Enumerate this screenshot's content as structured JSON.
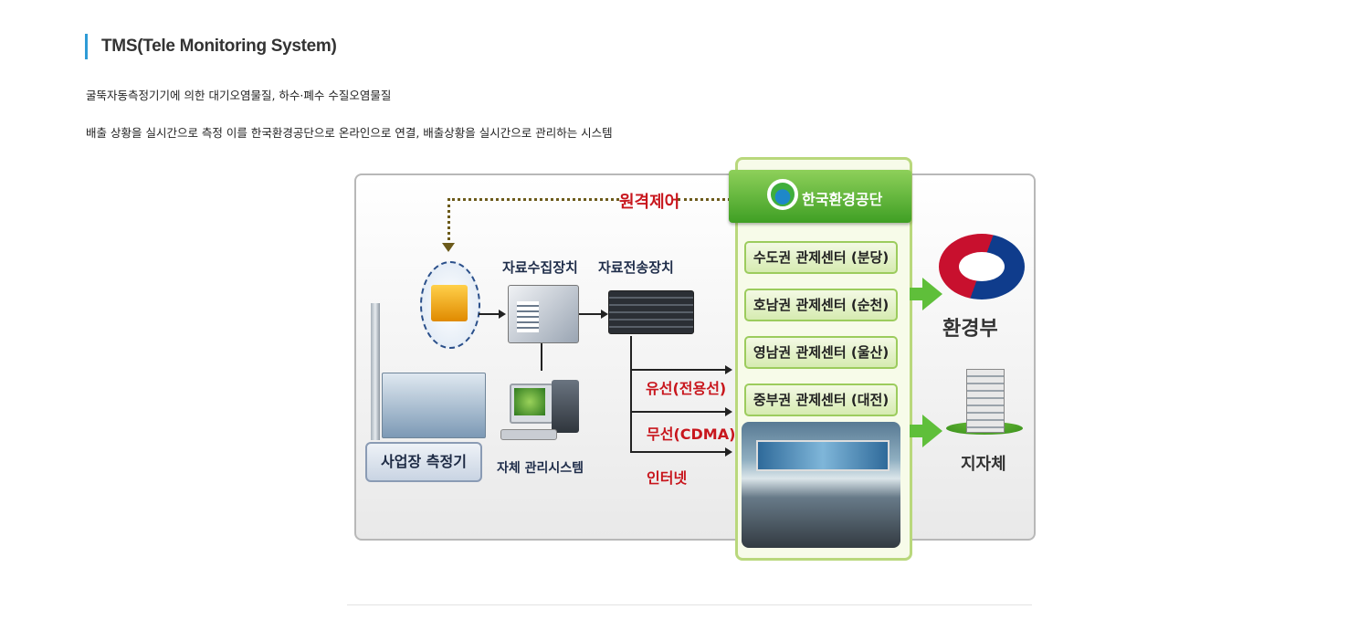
{
  "heading": "TMS(Tele Monitoring System)",
  "paragraphs": [
    "굴뚝자동측정기기에 의한 대기오염물질, 하수·폐수 수질오염물질",
    "배출 상황을 실시간으로 측정 이를 한국환경공단으로 온라인으로 연결, 배출상황을 실시간으로 관리하는 시스템"
  ],
  "diagram": {
    "remote_control": "원격제어",
    "org_name": "한국환경공단",
    "data_collector": "자료수집장치",
    "data_transmitter": "자료전송장치",
    "self_system": "자체 관리시스템",
    "site_meter": "사업장 측정기",
    "connections": [
      "유선(전용선)",
      "무선(CDMA)",
      "인터넷"
    ],
    "centers": [
      "수도권 관제센터 (분당)",
      "호남권 관제센터 (순천)",
      "영남권 관제센터 (울산)",
      "중부권 관제센터 (대전)"
    ],
    "ministry": "환경부",
    "local_gov": "지자체",
    "colors": {
      "accent_bar": "#2e9bd6",
      "red_label": "#c8161d",
      "green": "#5fbf3a"
    }
  }
}
